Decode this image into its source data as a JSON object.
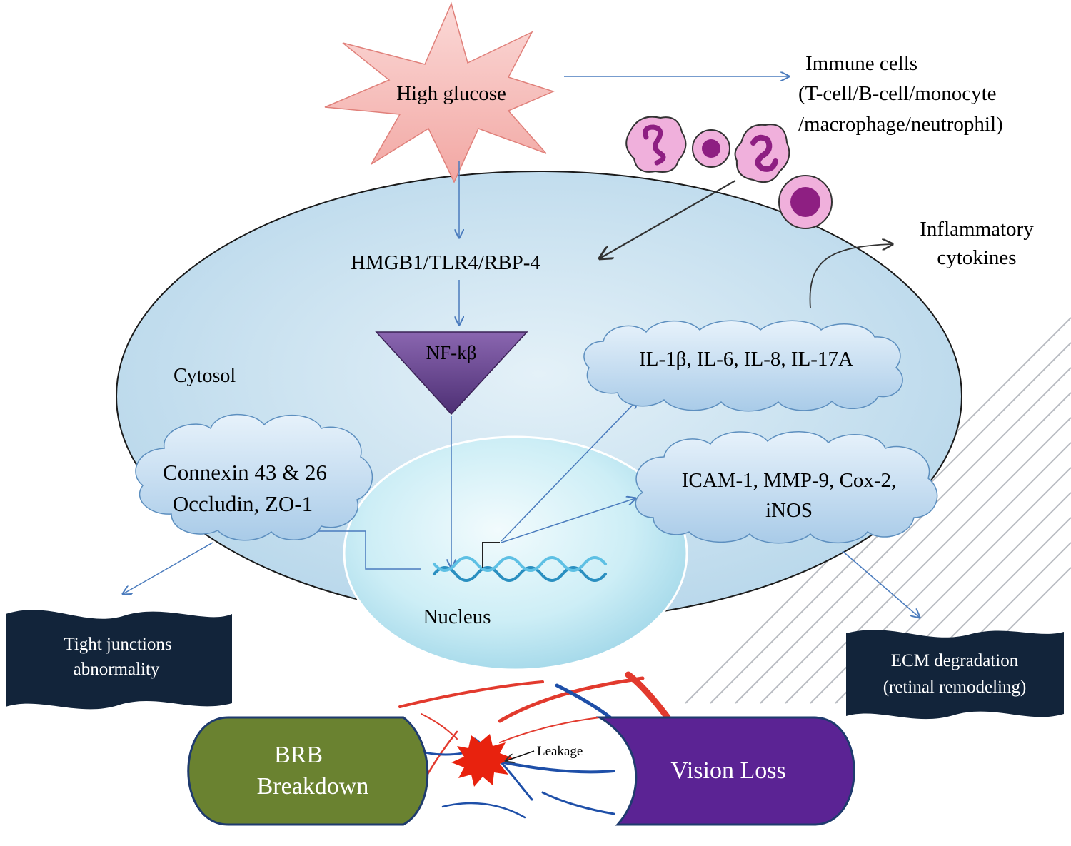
{
  "trigger": {
    "label": "High glucose"
  },
  "immune_cells": {
    "title": "Immune cells",
    "types_line1": "(T-cell/B-cell/monocyte",
    "types_line2": "/macrophage/neutrophil)"
  },
  "cytokines_out": {
    "line1": "Inflammatory",
    "line2": "cytokines"
  },
  "cell": {
    "receptor_label": "HMGB1/TLR4/RBP-4",
    "cytosol_label": "Cytosol",
    "transcription_factor": "NF-kβ",
    "nucleus_label": "Nucleus"
  },
  "clouds": {
    "junction_line1": "Connexin 43 & 26",
    "junction_line2": "Occludin, ZO-1",
    "interleukins": "IL-1β, IL-6, IL-8, IL-17A",
    "adhesion_line1": "ICAM-1, MMP-9, Cox-2,",
    "adhesion_line2": "iNOS"
  },
  "outcomes": {
    "tight_junction_line1": "Tight junctions",
    "tight_junction_line2": "abnormality",
    "ecm_line1": "ECM degradation",
    "ecm_line2": "(retinal remodeling)"
  },
  "bottom": {
    "brb_line1": "BRB",
    "brb_line2": "Breakdown",
    "leakage": "Leakage",
    "vision_loss": "Vision Loss"
  },
  "colors": {
    "star_fill": "#f8c8c6",
    "cell_fill": "#cde5f2",
    "nucleus_fill": "#bfe8f3",
    "nfkb_fill": "#6a4692",
    "cloud_fill": "#c6dff2",
    "dark_banner": "#12243a",
    "brb_green": "#6a8230",
    "vision_purple": "#5b2394",
    "arrow_blue": "#4a7bbd",
    "immune_cell_pink": "#f0b0dc",
    "immune_nucleus": "#8e1f82"
  }
}
